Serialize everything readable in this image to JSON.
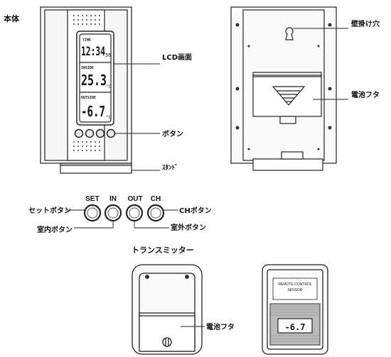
{
  "labels": {
    "main_unit": "本体",
    "lcd_screen": "LCD画面",
    "buttons": "ボタン",
    "stand": "ｽﾀﾝﾄﾞ",
    "wall_hook_hole": "壁掛け穴",
    "battery_cover_main": "電池フタ",
    "set_button": "セットボタン",
    "indoor_button": "室内ボタン",
    "outdoor_button": "室外ボタン",
    "ch_button": "CHボタン",
    "transmitter": "トランスミッター",
    "battery_cover_tx": "電池フタ"
  },
  "button_caps": {
    "set": "SET",
    "in": "IN",
    "out": "OUT",
    "ch": "CH"
  },
  "lcd": {
    "time_label": "TIME",
    "time": "12:34",
    "seconds": "56",
    "indoor_label": "INSIDE",
    "indoor_temp": "25.3",
    "outdoor_label": "OUTSIDE",
    "outdoor_temp": "-6.7",
    "unit": "°C"
  },
  "transmitter": {
    "line1": "REMOTE CONTROL",
    "line2": "SENSOR",
    "lcd": "-6.7"
  }
}
